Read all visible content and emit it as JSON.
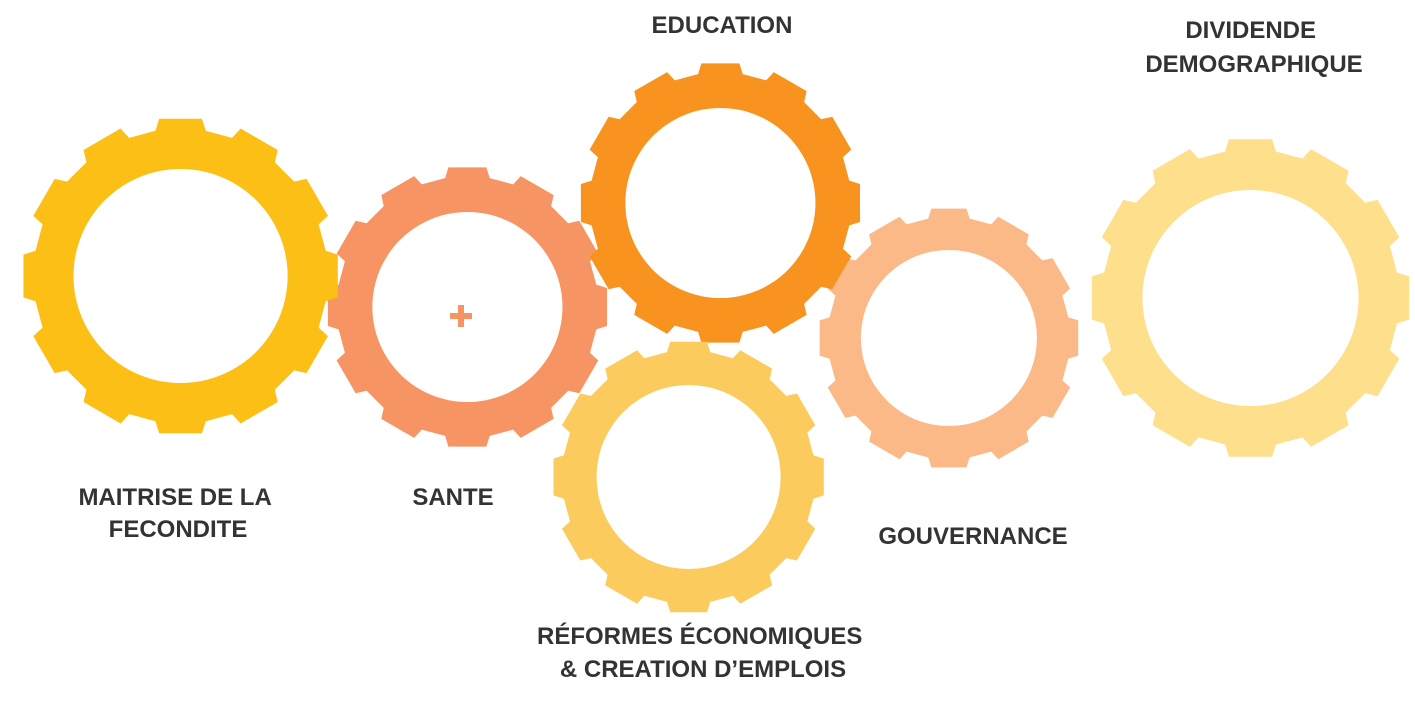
{
  "diagram": {
    "gears": [
      {
        "id": "fecondite",
        "color": "#FBBF16",
        "icon": "family-icon",
        "label_lines": [
          "MAITRISE DE LA",
          "FECONDITE"
        ]
      },
      {
        "id": "sante",
        "color": "#F79463",
        "icon": "medical-kit-icon",
        "label_lines": [
          "SANTE"
        ]
      },
      {
        "id": "education",
        "color": "#F7931E",
        "icon": "book-icon",
        "label_lines": [
          "EDUCATION"
        ]
      },
      {
        "id": "reformes",
        "color": "#FCCB5E",
        "icon": "worker-briefcase-icon",
        "label_lines": [
          "RÉFORMES ÉCONOMIQUES",
          "& CREATION D’EMPLOIS"
        ]
      },
      {
        "id": "gouvernance",
        "color": "#FAB987",
        "icon": "government-building-icon",
        "label_lines": [
          "GOUVERNANCE"
        ]
      },
      {
        "id": "dividende",
        "color": "#FDDF8C",
        "icon": "growth-chart-icon",
        "label_lines": [
          "DIVIDENDE",
          "DEMOGRAPHIQUE"
        ]
      }
    ]
  }
}
